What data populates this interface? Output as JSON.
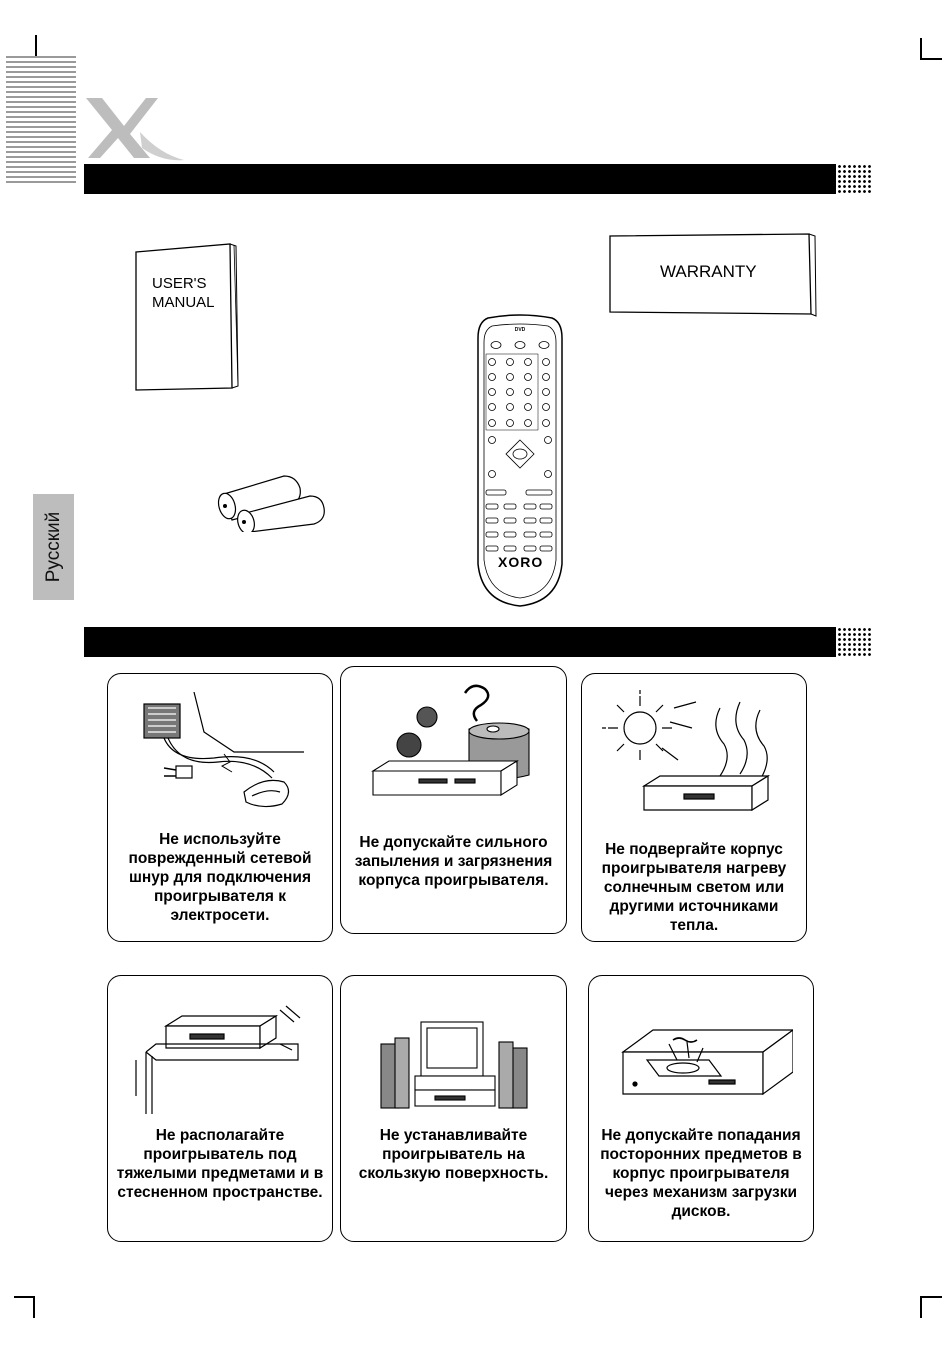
{
  "side_tab": {
    "label": "Русский"
  },
  "accessories": {
    "manual_label": "USER'S\nMANUAL",
    "warranty_label": "WARRANTY",
    "remote_brand": "XORO"
  },
  "warnings": [
    {
      "text": "Не используйте\nповрежденный сетевой\nшнур для подключения\nпроигрывателя к\nэлектросети."
    },
    {
      "text": "Не допускайте сильного\nзапыления и загрязнения\nкорпуса проигрывателя."
    },
    {
      "text": "Не подвергайте корпус\nпроигрывателя нагреву\nсолнечным светом  или\nдругими источниками\nтепла."
    },
    {
      "text": "Не располагайте\nпроигрыватель под\nтяжелыми предметами и в\nстесненном пространстве."
    },
    {
      "text": "Не устанавливайте\nпроигрыватель на\nскользкую поверхность."
    },
    {
      "text": "Не допускайте попадания\nпосторонних предметов в\nкорпус проигрывателя\nчерез механизм загрузки\nдисков."
    }
  ]
}
